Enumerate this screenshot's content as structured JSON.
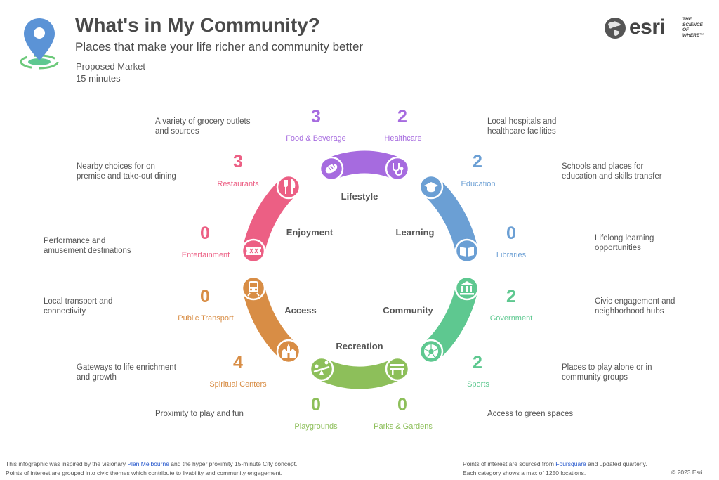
{
  "header": {
    "title": "What's in My Community?",
    "subtitle": "Places that make your life richer and community better",
    "site_name": "Proposed Market",
    "travel_time": "15 minutes"
  },
  "brand": {
    "name": "esri",
    "tagline_line1": "THE",
    "tagline_line2": "SCIENCE",
    "tagline_line3": "OF",
    "tagline_line4": "WHERE",
    "tagline_mark": "™"
  },
  "themes": {
    "lifestyle": "Lifestyle",
    "learning": "Learning",
    "community": "Community",
    "recreation": "Recreation",
    "access": "Access",
    "enjoyment": "Enjoyment"
  },
  "theme_colors": {
    "lifestyle": "#a66bdf",
    "learning": "#6b9fd4",
    "community": "#5ec890",
    "recreation": "#8dbf5a",
    "access": "#d88d45",
    "enjoyment": "#ec5f84"
  },
  "categories": [
    {
      "key": "food",
      "label": "Food & Beverage",
      "count": 3,
      "description": "A variety of grocery outlets and sources",
      "icon": "bread-icon"
    },
    {
      "key": "healthcare",
      "label": "Healthcare",
      "count": 2,
      "description": "Local hospitals and healthcare facilities",
      "icon": "stethoscope-icon"
    },
    {
      "key": "education",
      "label": "Education",
      "count": 2,
      "description": "Schools and places for education and skills transfer",
      "icon": "graduation-cap-icon"
    },
    {
      "key": "libraries",
      "label": "Libraries",
      "count": 0,
      "description": "Lifelong learning opportunities",
      "icon": "book-icon"
    },
    {
      "key": "government",
      "label": "Government",
      "count": 2,
      "description": "Civic engagement and neighborhood hubs",
      "icon": "government-building-icon"
    },
    {
      "key": "sports",
      "label": "Sports",
      "count": 2,
      "description": "Places to play alone or in community groups",
      "icon": "soccer-ball-icon"
    },
    {
      "key": "parks",
      "label": "Parks & Gardens",
      "count": 0,
      "description": "Access to green spaces",
      "icon": "park-bench-icon"
    },
    {
      "key": "playgrounds",
      "label": "Playgrounds",
      "count": 0,
      "description": "Proximity to play and fun",
      "icon": "seesaw-icon"
    },
    {
      "key": "spiritual",
      "label": "Spiritual Centers",
      "count": 4,
      "description": "Gateways to life enrichment and growth",
      "icon": "temple-icon"
    },
    {
      "key": "transport",
      "label": "Public Transport",
      "count": 0,
      "description": "Local transport and connectivity",
      "icon": "train-icon"
    },
    {
      "key": "entertainment",
      "label": "Entertainment",
      "count": 0,
      "description": "Performance and amusement destinations",
      "icon": "ticket-icon"
    },
    {
      "key": "restaurants",
      "label": "Restaurants",
      "count": 3,
      "description": "Nearby choices for on premise and take-out dining",
      "icon": "fork-knife-icon"
    }
  ],
  "footer": {
    "left_pre": "This infographic was inspired by the visionary ",
    "left_link1": "Plan Melbourne",
    "left_mid": " and the hyper proximity 15-minute City concept.",
    "left_line2": "Points of interest are grouped into civic themes which contribute to livability and community engagement.",
    "right_pre": "Points of interest are sourced from ",
    "right_link": "Foursquare",
    "right_post": " and updated quarterly.",
    "right_line2": "Each category shows a max of 1250 locations.",
    "copyright": "© 2023 Esri"
  }
}
